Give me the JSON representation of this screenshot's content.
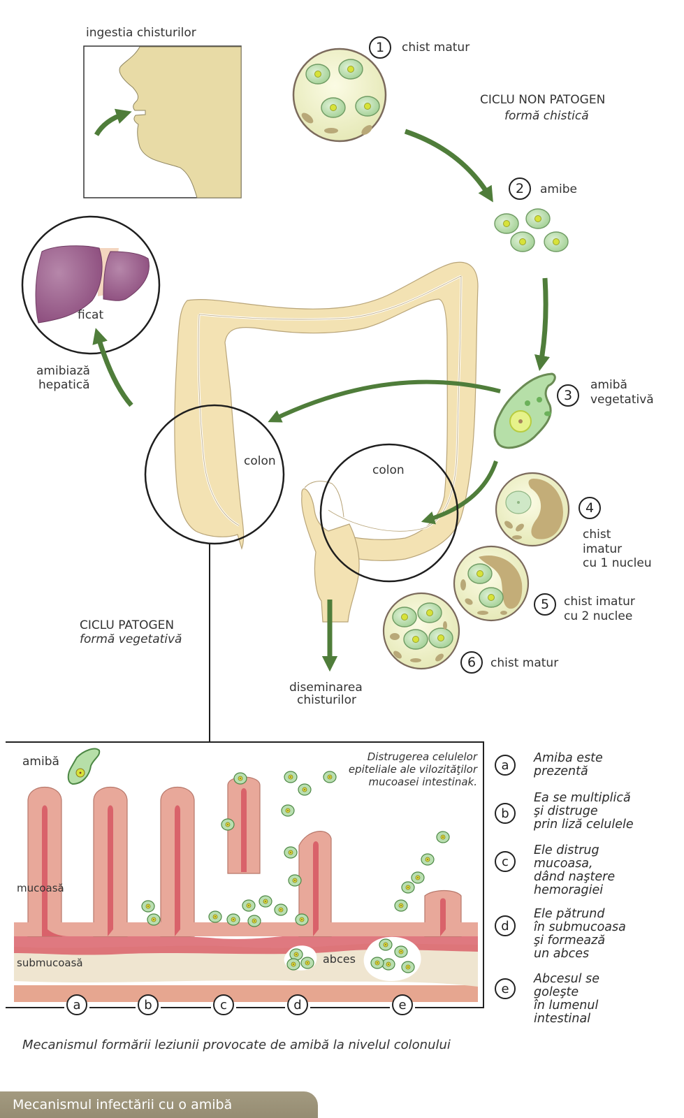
{
  "top": {
    "ingestion_label": "ingestia chisturilor",
    "nonpathogen_title": "CICLU NON PATOGEN",
    "nonpathogen_sub": "formă chistică",
    "pathogen_title": "CICLU PATOGEN",
    "pathogen_sub": "formă vegetativă"
  },
  "stages": [
    {
      "num": "1",
      "label": "chist matur"
    },
    {
      "num": "2",
      "label": "amibe"
    },
    {
      "num": "3",
      "label_l1": "amibă",
      "label_l2": "vegetativă"
    },
    {
      "num": "4",
      "label_l1": "chist",
      "label_l2": "imatur",
      "label_l3": "cu 1 nucleu"
    },
    {
      "num": "5",
      "label_l1": "chist imatur",
      "label_l2": "cu 2 nuclee"
    },
    {
      "num": "6",
      "label": "chist matur"
    }
  ],
  "organs": {
    "liver": "ficat",
    "liver_disease_l1": "amibiază",
    "liver_disease_l2": "hepatică",
    "colon_left": "colon",
    "colon_right": "colon",
    "dissemination_l1": "diseminarea",
    "dissemination_l2": "chisturilor"
  },
  "lesion_panel": {
    "amoeba_label": "amibă",
    "mucosa_label": "mucoasă",
    "submucosa_label": "submucoasă",
    "abscess_label": "abces",
    "note_l1": "Distrugerea celulelor",
    "note_l2": "epiteliale ale vilozităţilor",
    "note_l3": "mucoasei intestinak.",
    "markers": [
      "a",
      "b",
      "c",
      "d",
      "e"
    ]
  },
  "legend": [
    {
      "key": "a",
      "lines": [
        "Amiba este",
        "prezentă"
      ]
    },
    {
      "key": "b",
      "lines": [
        "Ea se multiplică",
        "şi distruge",
        "prin liză celulele"
      ]
    },
    {
      "key": "c",
      "lines": [
        "Ele distrug",
        "mucoasa,",
        "dând naştere",
        "hemoragiei"
      ]
    },
    {
      "key": "d",
      "lines": [
        "Ele pătrund",
        "în submucoasa",
        "şi formează",
        "un abces"
      ]
    },
    {
      "key": "e",
      "lines": [
        "Abcesul se",
        "goleşte",
        "în lumenul",
        "intestinal"
      ]
    }
  ],
  "caption": "Mecanismul formării leziunii provocate de amibă la nivelul colonului",
  "footer_title": "Mecanismul infectării cu o amibă",
  "colors": {
    "arrow_green": "#4f7d3a",
    "cyst_fill": "#eef0c4",
    "amoeba_green": "#b9dfb0",
    "colon_fill": "#f3e2b3",
    "liver_purple": "#9c5d8c",
    "face_fill": "#e8dba6",
    "mucosa_pink": "#e8a89a",
    "lamina_red": "#d9626a",
    "submucosa": "#efe5d0",
    "footer_bar": "#9a9177"
  }
}
